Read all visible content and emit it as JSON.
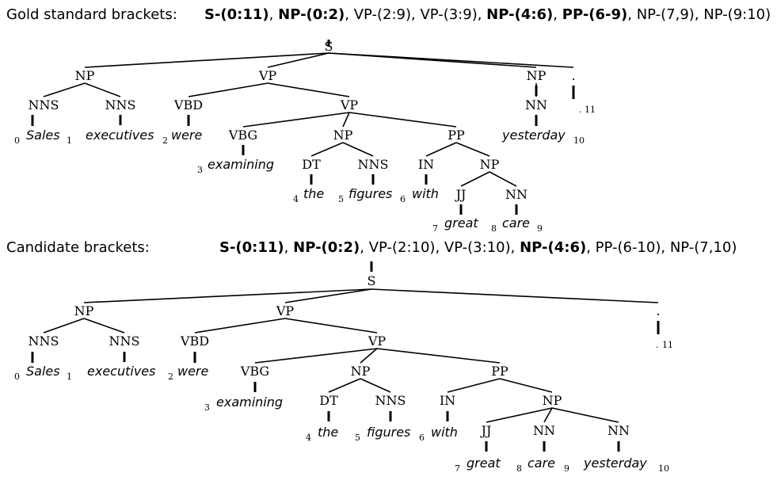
{
  "gold": {
    "title": "Gold standard brackets:",
    "brackets": [
      {
        "text": "S-(0:11)",
        "bold": true
      },
      {
        "text": "NP-(0:2)",
        "bold": true
      },
      {
        "text": "VP-(2:9)",
        "bold": false
      },
      {
        "text": "VP-(3:9)",
        "bold": false
      },
      {
        "text": "NP-(4:6)",
        "bold": true
      },
      {
        "text": "PP-(6-9)",
        "bold": true
      },
      {
        "text": "NP-(7,9)",
        "bold": false
      },
      {
        "text": "NP-(9:10)",
        "bold": false
      }
    ]
  },
  "candidate": {
    "title": "Candidate brackets:",
    "brackets": [
      {
        "text": "S-(0:11)",
        "bold": true
      },
      {
        "text": "NP-(0:2)",
        "bold": true
      },
      {
        "text": "VP-(2:10)",
        "bold": false
      },
      {
        "text": "VP-(3:10)",
        "bold": false
      },
      {
        "text": "NP-(4:6)",
        "bold": true
      },
      {
        "text": "PP-(6-10)",
        "bold": false
      },
      {
        "text": "NP-(7,10)",
        "bold": false
      }
    ]
  },
  "labels": {
    "S": "S",
    "NP": "NP",
    "VP": "VP",
    "PP": "PP",
    "NNS": "NNS",
    "NN": "NN",
    "VBD": "VBD",
    "VBG": "VBG",
    "DT": "DT",
    "IN": "IN",
    "JJ": "JJ",
    "period": "."
  },
  "words": {
    "sales": "Sales",
    "executives": "executives",
    "were": "were",
    "examining": "examining",
    "the": "the",
    "figures": "figures",
    "with": "with",
    "great": "great",
    "care": "care",
    "yesterday": "yesterday",
    "period": "."
  },
  "indices": {
    "i0": "0",
    "i1": "1",
    "i2": "2",
    "i3": "3",
    "i4": "4",
    "i5": "5",
    "i6": "6",
    "i7": "7",
    "i8": "8",
    "i9": "9",
    "i10": "10",
    "i11": "11"
  }
}
